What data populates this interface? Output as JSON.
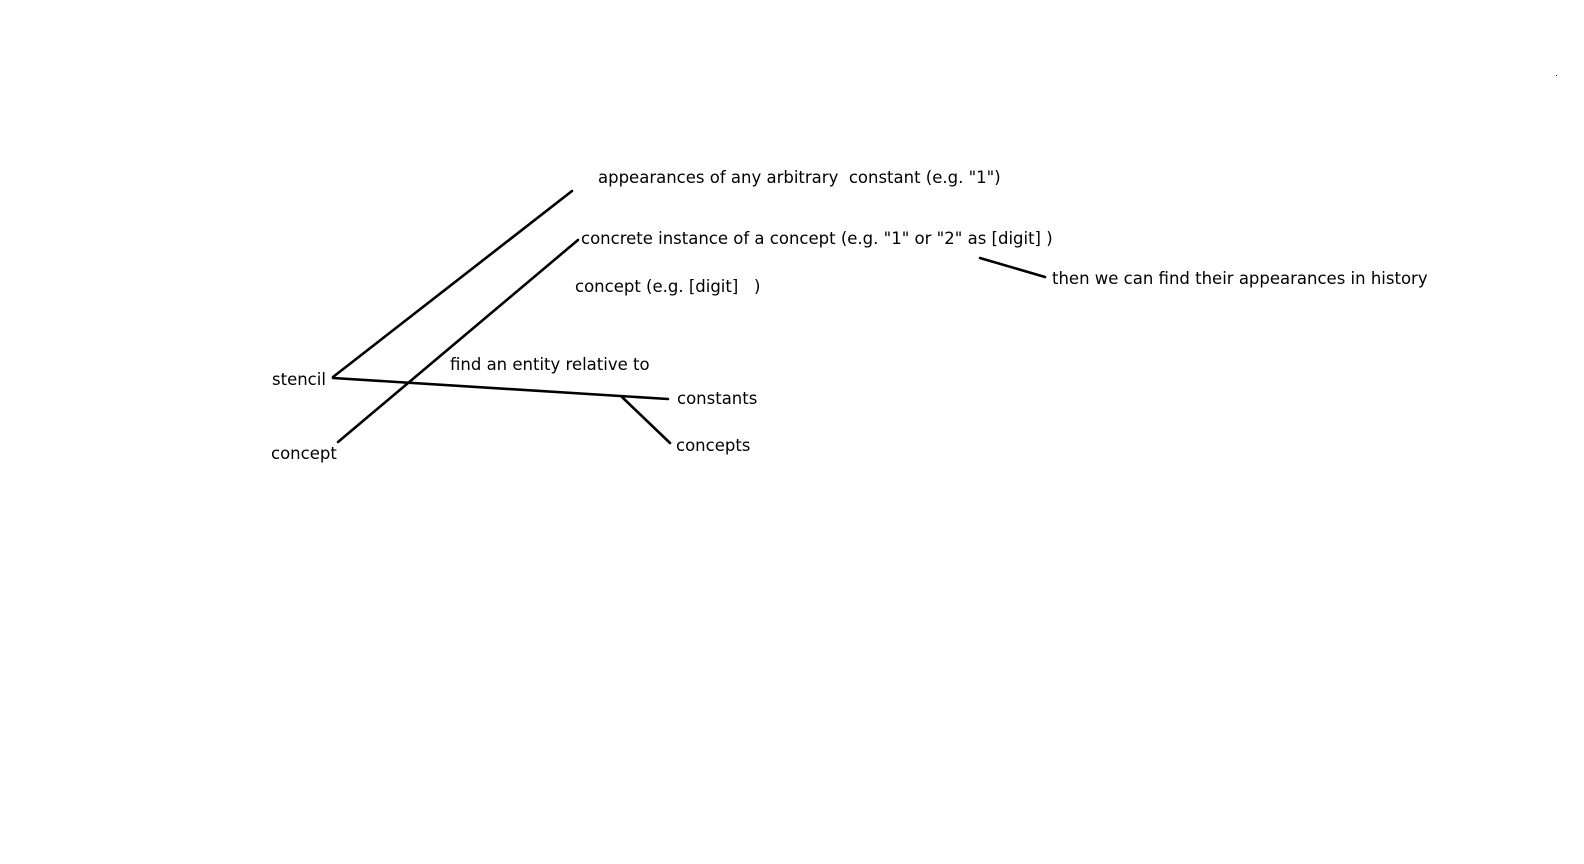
{
  "labels": {
    "appearances": "appearances of any arbitrary  constant (e.g. \"1\")",
    "concrete_instance": "concrete instance of a concept (e.g. \"1\" or \"2\" as [digit] )",
    "concept_example": "concept (e.g. [digit]   )",
    "then_find": "then we can find their appearances in history",
    "find_entity": "find an entity relative to",
    "stencil": "stencil",
    "constants": "constants",
    "concepts": "concepts",
    "concept": "concept"
  },
  "colors": {
    "ink": "#000000",
    "background": "#ffffff"
  }
}
